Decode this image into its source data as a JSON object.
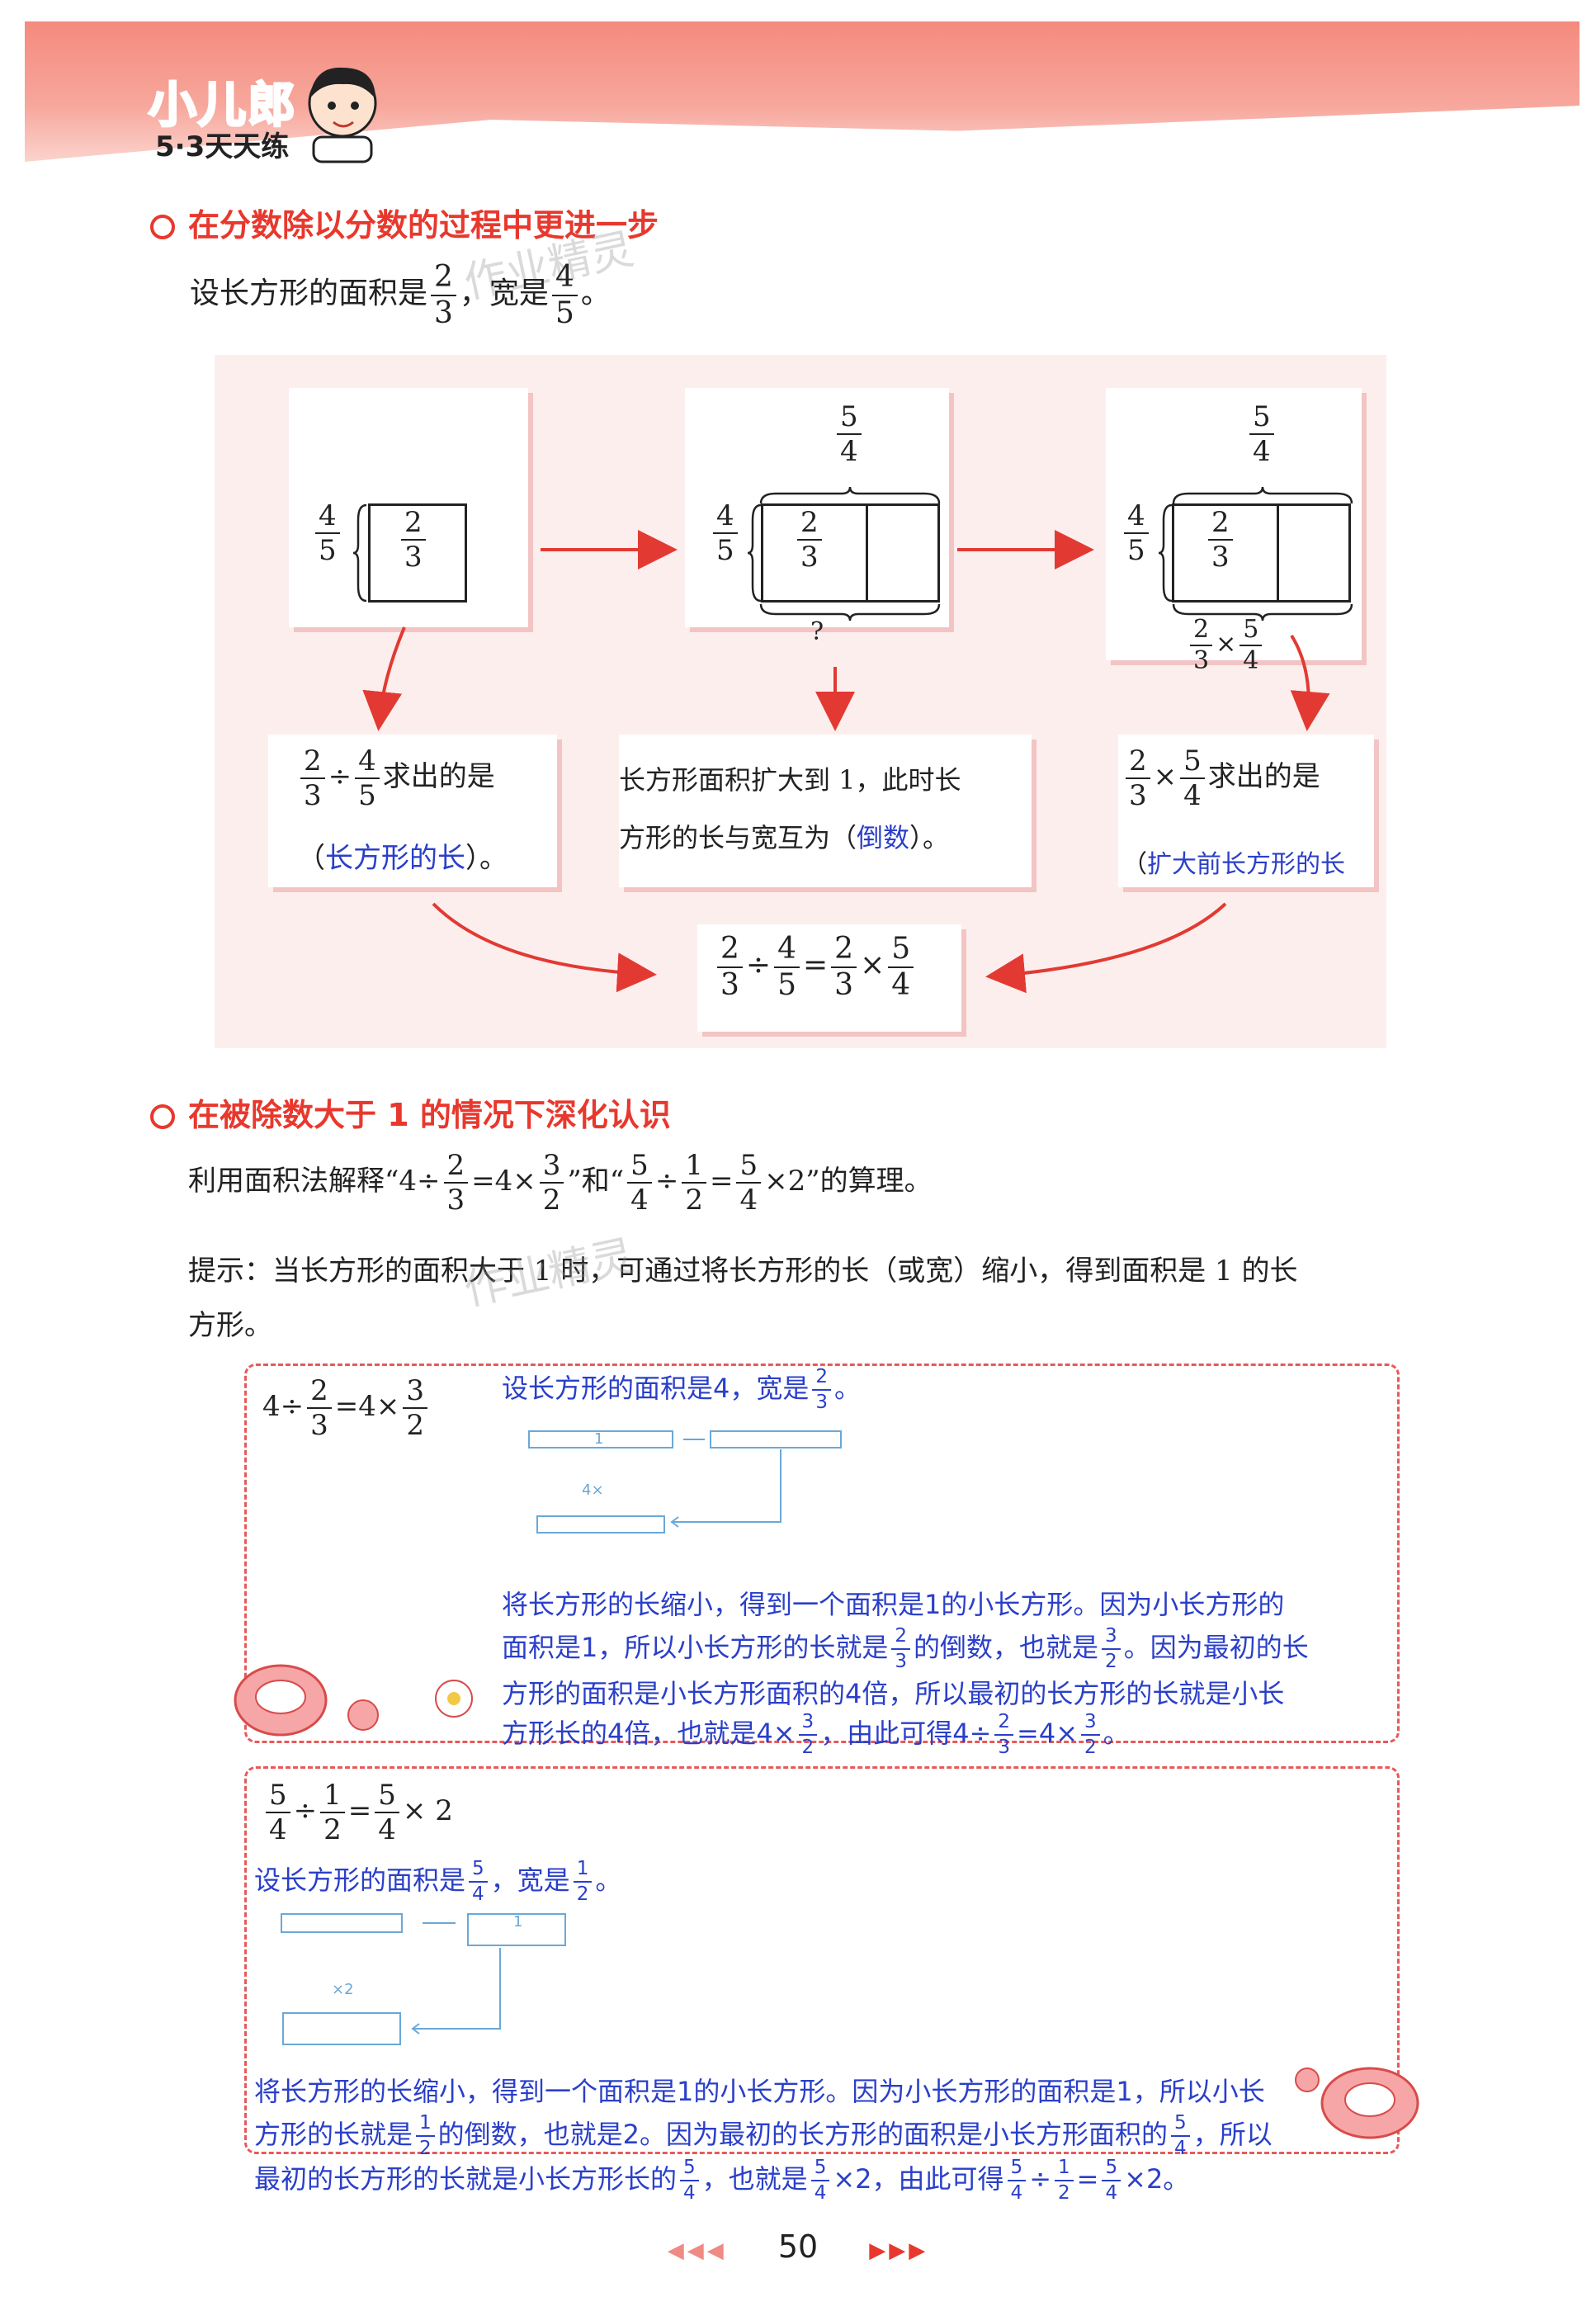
{
  "header": {
    "logo": "小儿郎",
    "series": "5·3天天练"
  },
  "section1": {
    "title": "在分数除以分数的过程中更进一步",
    "intro_prefix": "设长方形的面积是",
    "intro_mid": "，宽是",
    "intro_suffix": "。",
    "area": {
      "n": "2",
      "d": "3"
    },
    "width": {
      "n": "4",
      "d": "5"
    }
  },
  "diagram": {
    "left_label": {
      "n": "4",
      "d": "5"
    },
    "inner": {
      "n": "2",
      "d": "3"
    },
    "top_label": {
      "n": "5",
      "d": "4"
    },
    "question": "?",
    "times": "×",
    "divide": "÷",
    "equals": "=",
    "card1": {
      "text": "求出的是",
      "answer": "长方形的长",
      "open": "（",
      "close": "）。"
    },
    "card2": {
      "line1": "长方形面积扩大到 1，此时长",
      "line2_prefix": "方形的长与宽互为（",
      "answer": "倒数",
      "close": "）。"
    },
    "card3": {
      "text": "求出的是",
      "answer": "扩大前长方形的长",
      "open": "（"
    }
  },
  "section2": {
    "title": "在被除数大于 1 的情况下深化认识",
    "line1_prefix": "利用面积法解释“4",
    "line1_mid1": "=4×",
    "line1_mid2": "”和“",
    "line1_mid3": "=",
    "line1_suffix": "×2”的算理。",
    "hint1": "提示：当长方形的面积大于 1 时，可通过将长方形的长（或宽）缩小，得到面积是 1 的长",
    "hint2": "方形。"
  },
  "box1": {
    "eq_a": "4",
    "eq_b": "4×",
    "f23": {
      "n": "2",
      "d": "3"
    },
    "f32": {
      "n": "3",
      "d": "2"
    },
    "line0": "设长方形的面积是4，宽是",
    "line1": "将长方形的长缩小，得到一个面积是1的小长方形。因为小长方形的",
    "line2a": "面积是1，所以小长方形的长就是",
    "line2b": "的倒数，也就是",
    "line2c": "。因为最初的长",
    "line3": "方形的面积是小长方形面积的4倍，所以最初的长方形的长就是小长",
    "line4a": "方形长的4倍，也就是4×",
    "line4b": "，由此可得4÷",
    "line4c": "=4×",
    "line4d": "。",
    "mini_labels": [
      "1",
      "4×"
    ]
  },
  "box2": {
    "f54": {
      "n": "5",
      "d": "4"
    },
    "f12": {
      "n": "1",
      "d": "2"
    },
    "eq_tail": "× 2",
    "line0": "设长方形的面积是",
    "line0b": "，宽是",
    "line1": "将长方形的长缩小，得到一个面积是1的小长方形。因为小长方形的面积是1，所以小长",
    "line2a": "方形的长就是",
    "line2b": "的倒数，也就是2。因为最初的长方形的面积是小长方形面积的",
    "line2c": "，所以",
    "line3a": "最初的长方形的长就是小长方形长的",
    "line3b": "，也就是",
    "line3c": "×2，由此可得",
    "line3d": "÷",
    "line3e": "=",
    "line3f": "×2。",
    "mini_labels": [
      "1",
      "×2"
    ]
  },
  "page": {
    "number": "50",
    "left_arrows": "◀◀◀",
    "right_arrows": "▶▶▶"
  },
  "watermark": "作业精灵"
}
